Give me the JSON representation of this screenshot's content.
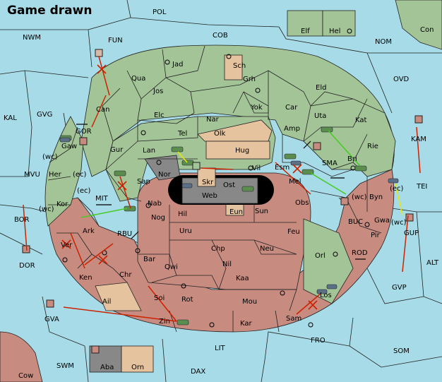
{
  "title": "Game drawn",
  "colors": {
    "sea": "#a6dbe7",
    "green_power": "#a3c497",
    "red_power": "#c78b80",
    "neutral_land": "#e5c39f",
    "impassable": "#888888",
    "order_move": "#cc2200",
    "order_support_green": "#44cc22",
    "order_support_yellow": "#e8e800"
  },
  "sea_labels": {
    "pol": "POL",
    "nwm": "NWM",
    "fun": "FUN",
    "cob": "COB",
    "nom": "NOM",
    "con": "Con",
    "ovd": "OVD",
    "kal": "KAL",
    "gvg": "GVG",
    "mvu": "MVU",
    "bor": "BOR",
    "dor": "DOR",
    "mit": "MIT",
    "rbu": "RBU",
    "sma": "SMA",
    "buc": "BUC",
    "rod": "ROD",
    "tei": "TEI",
    "kam": "KAM",
    "gup": "GUP",
    "alt": "ALT",
    "gvp": "GVP",
    "gva": "GVA",
    "fro": "FRO",
    "som": "SOM",
    "lit": "LIT",
    "swm": "SWM",
    "dax": "DAX",
    "cow": "Cow"
  },
  "land_labels": {
    "elf": "Elf",
    "hel": "Hel",
    "jad": "Jad",
    "sch": "Sch",
    "qua": "Qua",
    "jos": "Jos",
    "grh": "Grh",
    "eld": "Eld",
    "can": "Can",
    "elc": "Elc",
    "nar": "Nar",
    "yok": "Yok",
    "car": "Car",
    "uta": "Uta",
    "kat": "Kat",
    "gor": "GOR",
    "gaw": "Gaw",
    "gur": "Gur",
    "tel": "Tel",
    "olk": "Olk",
    "amp": "Amp",
    "rie": "Rie",
    "lan": "Lan",
    "hug": "Hug",
    "bri": "Bri",
    "wc1": "(wc)",
    "ec1": "(ec)",
    "her": "Her",
    "nor": "Nor",
    "vil": "Vil",
    "esm": "Esm",
    "skr": "Skr",
    "ost": "Ost",
    "web": "Web",
    "mel": "Mel",
    "sap": "Sap",
    "ec2": "(ec)",
    "kor": "Kor",
    "nab": "Nab",
    "eun": "Eun",
    "obs": "Obs",
    "wc2": "(wc)",
    "byn": "Byn",
    "ec3": "(ec)",
    "wc3": "(wc)",
    "hil": "Hil",
    "sun": "Sun",
    "gwa": "Gwa",
    "nog": "Nog",
    "ark": "Ark",
    "uru": "Uru",
    "feu": "Feu",
    "pir": "Pir",
    "wc4": "(wc)",
    "ver": "Ver",
    "chp": "Chp",
    "neu": "Neu",
    "bar": "Bar",
    "qwi": "Qwi",
    "nil": "Nil",
    "orl": "Orl",
    "ken": "Ken",
    "chr": "Chr",
    "kaa": "Kaa",
    "ail": "Ail",
    "soi": "Soi",
    "rot": "Rot",
    "mou": "Mou",
    "los": "Los",
    "zin": "Zin",
    "kar": "Kar",
    "sam": "Sam",
    "aba": "Aba",
    "orn": "Orn"
  }
}
